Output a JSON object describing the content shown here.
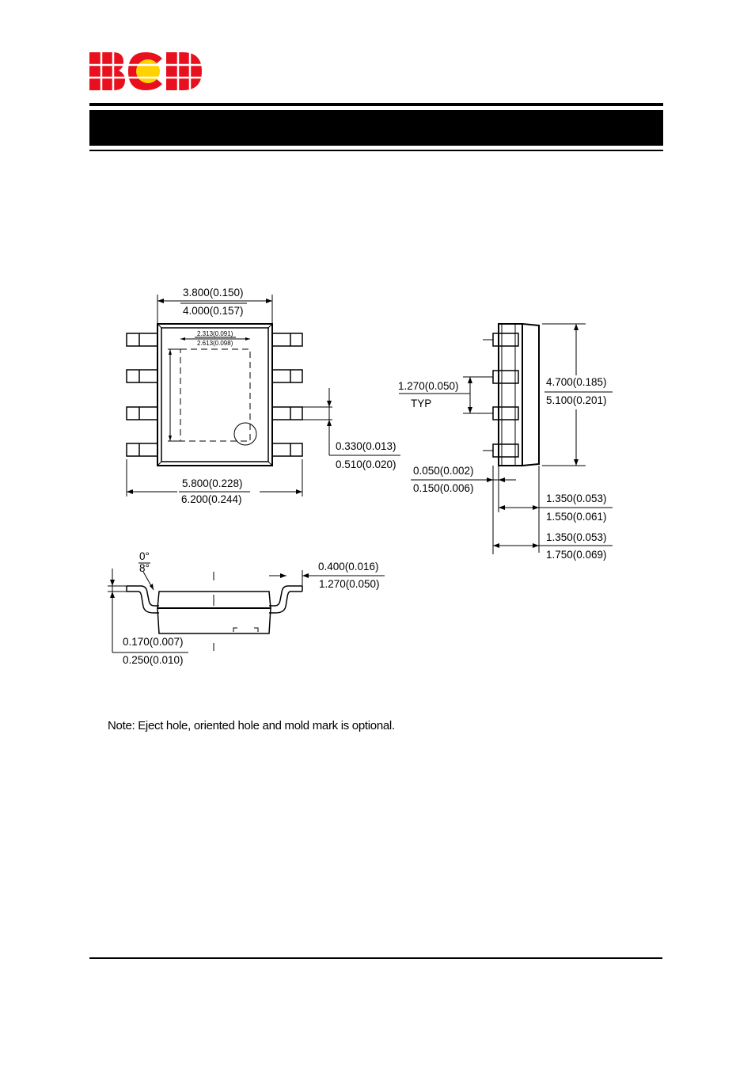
{
  "header": {
    "logo": {
      "text": "BCD",
      "colors": {
        "letters": "#e8101e",
        "accent": "#ffd200"
      }
    },
    "title": ""
  },
  "top_view": {
    "body_width_min": "3.800(0.150)",
    "body_width_max": "4.000(0.157)",
    "pad_width_min": "2.313(0.091)",
    "pad_width_max": "2.613(0.098)",
    "lead_width_min": "0.330(0.013)",
    "lead_width_max": "0.510(0.020)",
    "overall_width_min": "5.800(0.228)",
    "overall_width_max": "6.200(0.244)"
  },
  "side_view": {
    "pitch": "1.270(0.050)",
    "pitch_note": "TYP",
    "length_min": "4.700(0.185)",
    "length_max": "5.100(0.201)",
    "standoff_min": "0.050(0.002)",
    "standoff_max": "0.150(0.006)",
    "body_height_min": "1.350(0.053)",
    "body_height_max": "1.550(0.061)",
    "overall_height_min": "1.350(0.053)",
    "overall_height_max": "1.750(0.069)"
  },
  "end_view": {
    "angle_min": "0°",
    "angle_max": "8°",
    "foot_length_min": "0.400(0.016)",
    "foot_length_max": "1.270(0.050)",
    "lead_thickness_min": "0.170(0.007)",
    "lead_thickness_max": "0.250(0.010)"
  },
  "note": "Note: Eject hole, oriented hole and mold mark is optional."
}
